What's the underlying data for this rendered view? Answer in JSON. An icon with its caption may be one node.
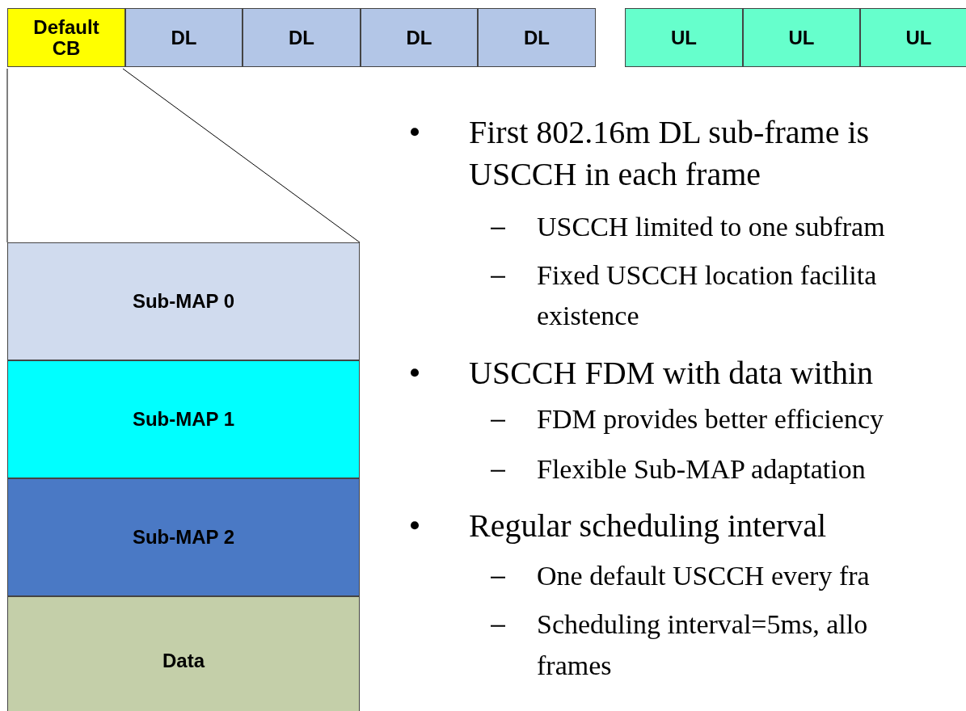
{
  "diagram": {
    "nodes": [
      {
        "text": [
          "Default CB"
        ]
      },
      {
        "text": [
          "DL"
        ]
      },
      {
        "text": [
          "DL"
        ]
      },
      {
        "text": [
          "DL"
        ]
      },
      {
        "text": [
          "DL"
        ]
      },
      {
        "text": [
          "UL"
        ]
      },
      {
        "text": [
          "UL"
        ]
      },
      {
        "text": [
          "UL"
        ]
      },
      {
        "text": [
          "Sub-MAP 0"
        ]
      },
      {
        "text": [
          "Sub-MAP 1"
        ]
      },
      {
        "text": [
          "Sub-MAP 2"
        ]
      },
      {
        "text": [
          "Data"
        ]
      }
    ],
    "edges": [
      {
        "from": 0,
        "to": 8,
        "arrow": "none"
      }
    ],
    "labels": [
      "First 802.16m DL sub-frame is",
      "USCCH  in each frame",
      "USCCH limited to one subfram",
      "Fixed USCCH location facilita",
      "existence",
      "USCCH FDM with data within",
      "FDM provides better efficiency",
      "Flexible Sub-MAP adaptation",
      "Regular scheduling interval",
      "One default USCCH every fra",
      "Scheduling interval=5ms, allo",
      "frames"
    ]
  }
}
